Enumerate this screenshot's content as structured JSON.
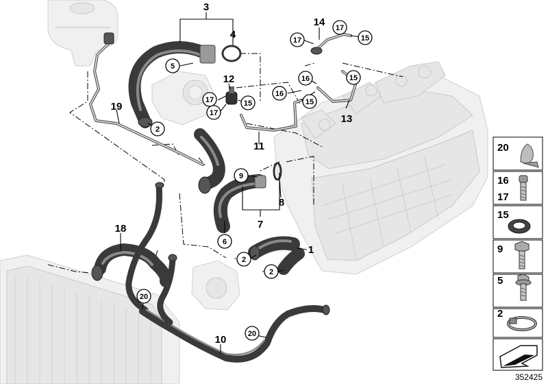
{
  "diagram": {
    "document_id": "352425",
    "callouts": {
      "c1": "1",
      "c2a": "2",
      "c2b": "2",
      "c2c": "2",
      "c3": "3",
      "c4": "4",
      "c5": "5",
      "c6": "6",
      "c7": "7",
      "c8": "8",
      "c9": "9",
      "c10": "10",
      "c11": "11",
      "c12": "12",
      "c13": "13",
      "c14": "14",
      "c15a": "15",
      "c15b": "15",
      "c15c": "15",
      "c15d": "15",
      "c16a": "16",
      "c16b": "16",
      "c17a": "17",
      "c17b": "17",
      "c17c": "17",
      "c17d": "17",
      "c18": "18",
      "c19": "19",
      "c20a": "20",
      "c20b": "20"
    },
    "key": {
      "k20": "20",
      "k16": "16",
      "k17": "17",
      "k15": "15",
      "k9": "9",
      "k5": "5",
      "k2": "2"
    }
  }
}
